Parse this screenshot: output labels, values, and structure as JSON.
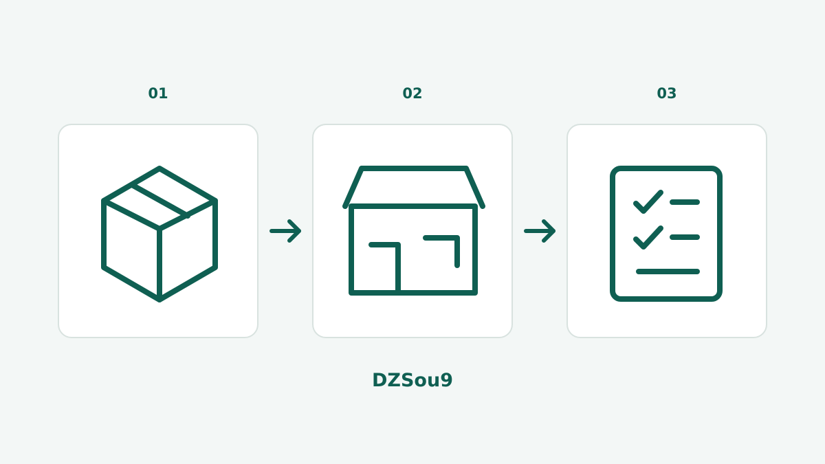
{
  "colors": {
    "background": "#f3f7f6",
    "accent": "#0f5f52",
    "card_background": "#ffffff",
    "card_border": "#d8e2df"
  },
  "steps": [
    {
      "number": "01",
      "icon": "package-box-icon"
    },
    {
      "number": "02",
      "icon": "storefront-icon"
    },
    {
      "number": "03",
      "icon": "checklist-icon"
    }
  ],
  "connectors": [
    "arrow-right-icon",
    "arrow-right-icon"
  ],
  "caption": "DZSou9"
}
